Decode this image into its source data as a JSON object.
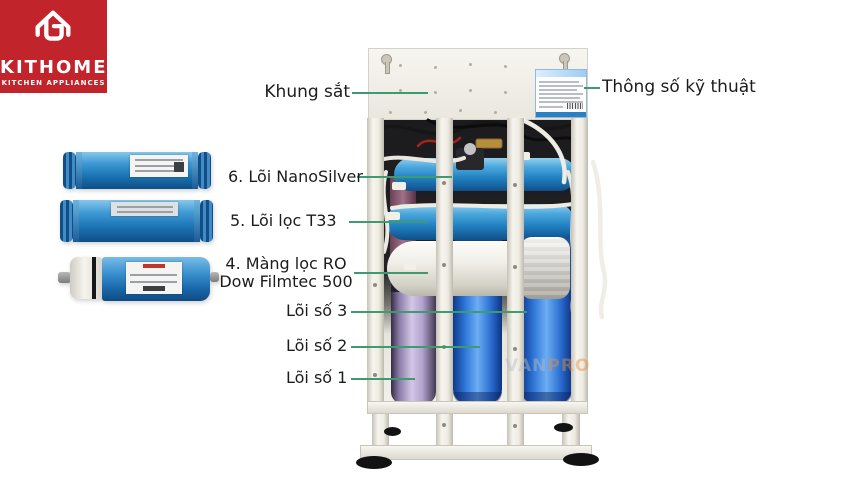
{
  "logo": {
    "brand": "KITHOME",
    "tagline": "KITCHEN APPLIANCES"
  },
  "annotations": {
    "frame": "Khung sắt",
    "specs": "Thông số kỹ thuật",
    "nanosilver": "6. Lõi NanoSilver",
    "t33": "5. Lõi lọc T33",
    "ro_membrane_line1": "4. Màng lọc RO",
    "ro_membrane_line2": "Dow Filmtec 500",
    "cartridge3": "Lõi số 3",
    "cartridge2": "Lõi số 2",
    "cartridge1": "Lõi số 1"
  },
  "watermark": {
    "part1": "VAN",
    "part2": "PRO"
  },
  "colors": {
    "logo_red": "#c2242c",
    "leader_line_green": "#3e9b70",
    "label_text": "#1c1c1c",
    "filter_blue": "#1f7fc0",
    "housing_blue": "#2f77d8",
    "housing_purple": "#cfc4e4",
    "membrane_white": "#efede6",
    "frame_white": "#f2efe9"
  }
}
